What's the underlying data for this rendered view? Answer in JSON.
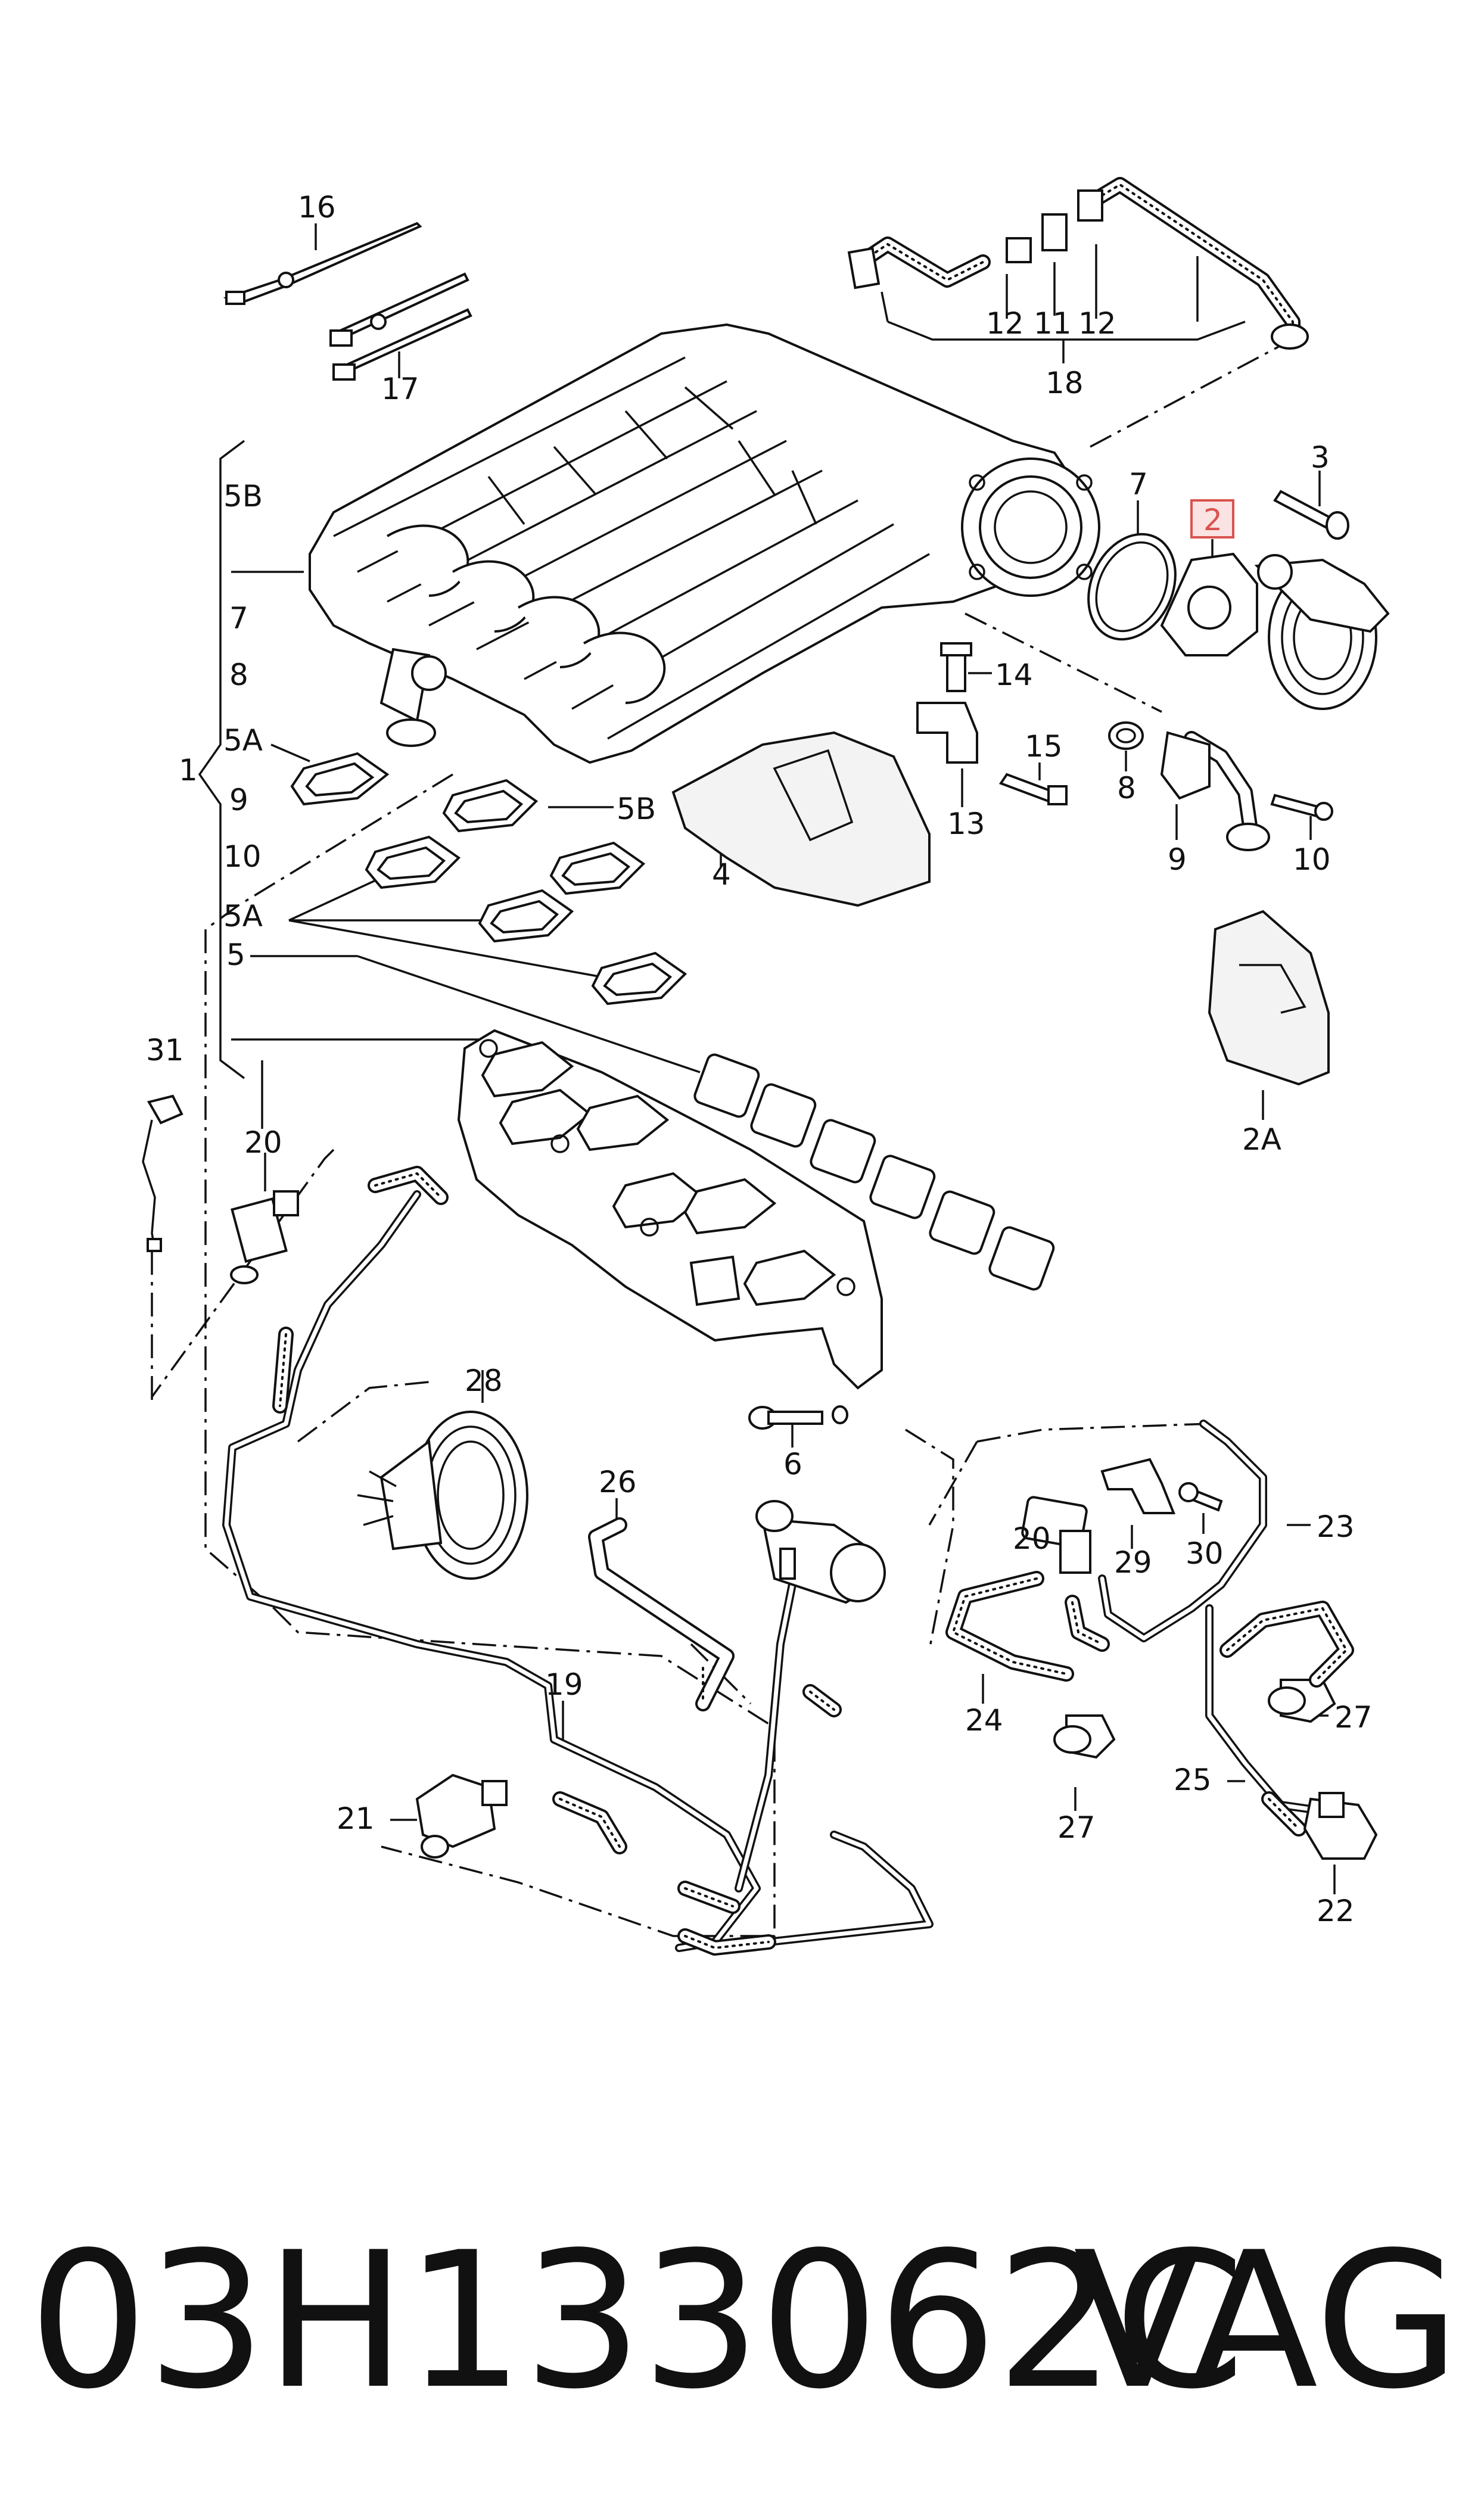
{
  "callouts": {
    "c1": "1",
    "c2": "2",
    "c2a": "2A",
    "c3": "3",
    "c4": "4",
    "c5": "5",
    "c5a_top": "5A",
    "c5a_mid": "5A",
    "c5b_top": "5B",
    "c5b_mid": "5B",
    "c6": "6",
    "c7_right": "7",
    "c7_left": "7",
    "c8_right": "8",
    "c8_left": "8",
    "c9_right": "9",
    "c9_left": "9",
    "c10_right": "10",
    "c10_left": "10",
    "c11": "11",
    "c12a": "12",
    "c12b": "12",
    "c13": "13",
    "c14": "14",
    "c15": "15",
    "c16": "16",
    "c17": "17",
    "c18": "18",
    "c19": "19",
    "c20_left": "20",
    "c20_right": "20",
    "c21": "21",
    "c22": "22",
    "c23": "23",
    "c24": "24",
    "c25": "25",
    "c26": "26",
    "c27_right": "27",
    "c27_bottom": "27",
    "c28": "28",
    "c29": "29",
    "c30": "30",
    "c31": "31"
  },
  "highlight_color": "#d9534f",
  "footer": {
    "part_number": "03H133062C",
    "brand": "VAG"
  }
}
